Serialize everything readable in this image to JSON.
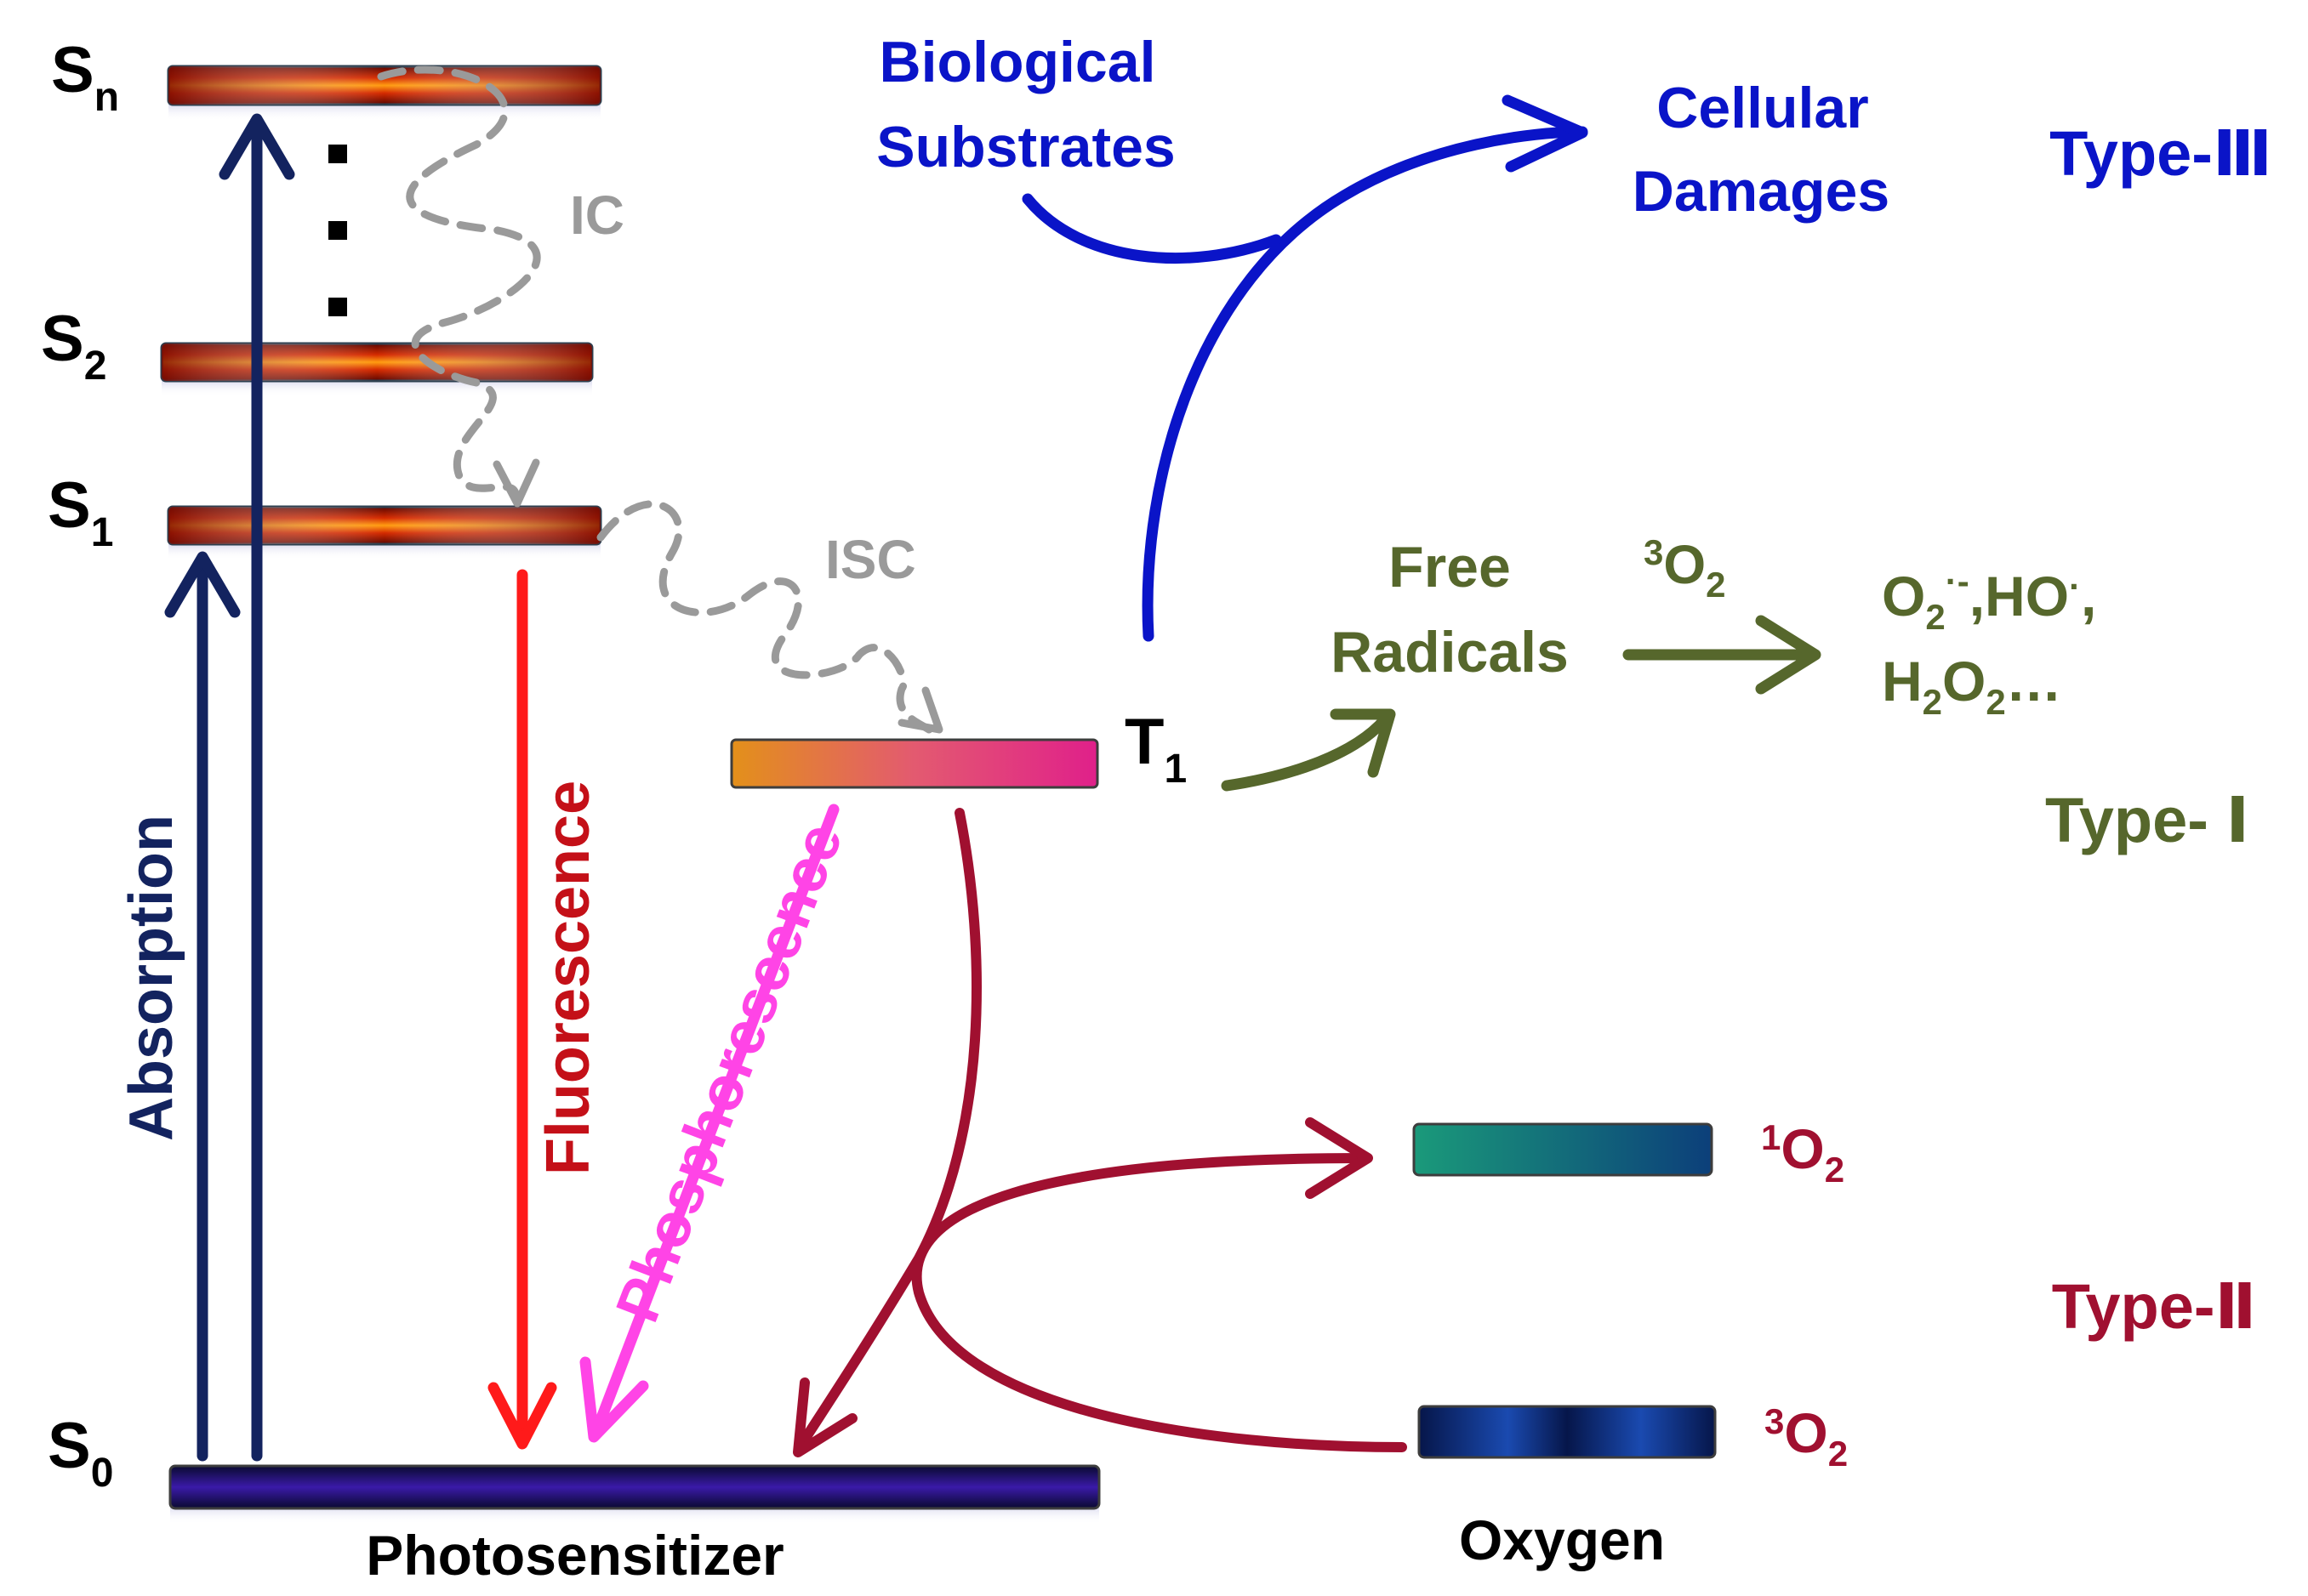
{
  "levels": {
    "sn": {
      "main": "S",
      "sub": "n"
    },
    "s2": {
      "main": "S",
      "sub": "2"
    },
    "s1": {
      "main": "S",
      "sub": "1"
    },
    "s0": {
      "main": "S",
      "sub": "0"
    },
    "t1": {
      "main": "T",
      "sub": "1"
    }
  },
  "processes": {
    "ic": "IC",
    "isc": "ISC",
    "absorption": "Absorption",
    "fluorescence": "Fluorescence",
    "phosphorescence": "Phosphorescence"
  },
  "bottom_labels": {
    "photosensitizer": "Photosensitizer",
    "oxygen": "Oxygen"
  },
  "type3": {
    "source_line1": "Biological",
    "source_line2": "Substrates",
    "target_line1": "Cellular",
    "target_line2": "Damages",
    "label": "Type-Ⅲ",
    "color": "#0a14c8"
  },
  "type1": {
    "radicals_line1": "Free",
    "radicals_line2": "Radicals",
    "reagent": {
      "sup": "3",
      "main": "O",
      "sub": "2"
    },
    "products_line1": {
      "a": "O",
      "a_sub": "2",
      "a_sup": "·-",
      "b": ",HO",
      "b_sup": "·",
      "c": ","
    },
    "products_line2": {
      "a": "H",
      "a_sub": "2",
      "b": "O",
      "b_sub": "2",
      "c": "…"
    },
    "label": "Type- Ⅰ",
    "color": "#56672c"
  },
  "type2": {
    "singlet": {
      "sup": "1",
      "main": "O",
      "sub": "2"
    },
    "triplet": {
      "sup": "3",
      "main": "O",
      "sub": "2"
    },
    "label": "Type-Ⅱ",
    "color": "#a01030"
  },
  "colors": {
    "navy": "#13235f",
    "fluorescence": "#ff1a1a",
    "phosphorescence": "#ff44e6",
    "gray_dashed": "#9a9a9a",
    "black": "#000000"
  }
}
